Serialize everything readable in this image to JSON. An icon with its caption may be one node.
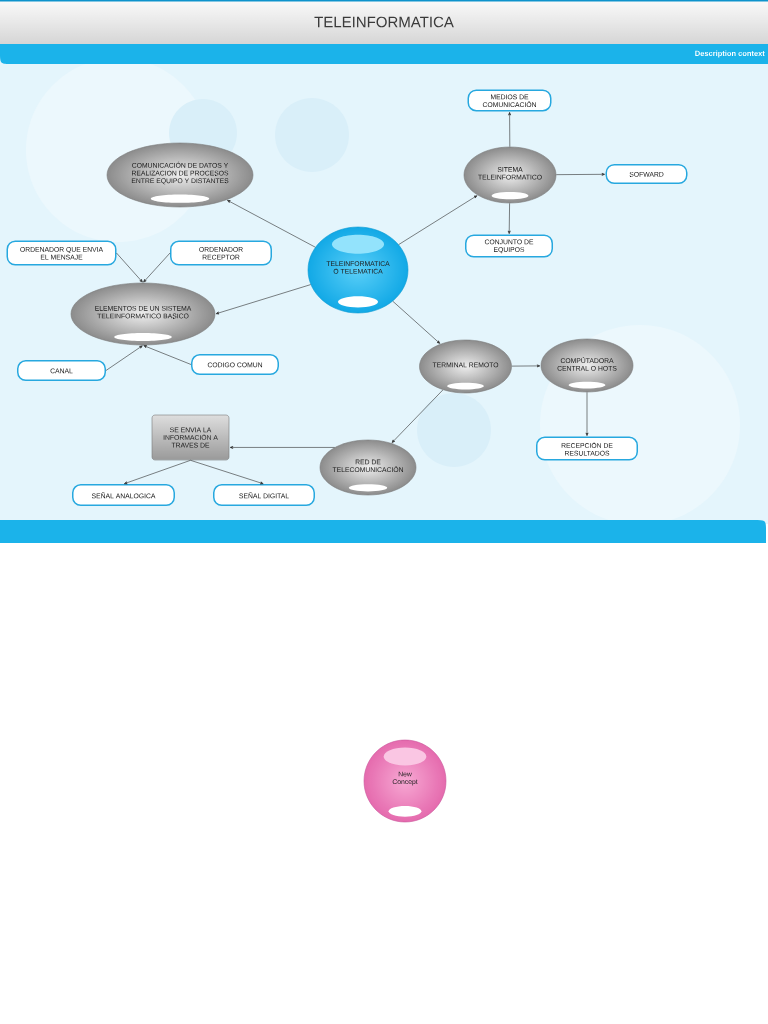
{
  "diagram": {
    "title": "TELEINFORMATICA",
    "nodes": [
      {
        "text": [
          "MEDIOS DE COMUNICACIÓN"
        ]
      },
      {
        "text": [
          "COMUNICACIÓN DE DATOS Y REALIZACION DE PROCESOS ENTRE EQUIPO Y DISTANTES"
        ]
      },
      {
        "text": [
          "SITEMA TELEINFORMATICO"
        ]
      },
      {
        "text": [
          "SOFWARD"
        ]
      },
      {
        "text": [
          "TELEINFORMATICA O TELEMATICA"
        ]
      },
      {
        "text": [
          "CONJUNTO DE EQUIPOS"
        ]
      },
      {
        "text": [
          "ORDENADOR QUE ENVIA EL MENSAJE"
        ]
      },
      {
        "text": [
          "ORDENADOR RECEPTOR"
        ]
      },
      {
        "text": [
          "ELEMENTOS DE UN SISTEMA TELEINFORMATICO BASICO"
        ]
      },
      {
        "text": [
          "CODIGO COMUN"
        ]
      },
      {
        "text": [
          "TERMINAL REMOTO"
        ]
      },
      {
        "text": [
          "COMPÚTADORA CENTRAL O HOTS"
        ]
      },
      {
        "text": [
          "CANAL"
        ]
      },
      {
        "text": [
          "SE ENVIA LA INFORMACIÓN A TRAVES DE"
        ]
      },
      {
        "text": [
          "RECEPCIÓN DE RESULTADOS"
        ]
      },
      {
        "text": [
          "RED DE TELECOMUNICACIÓN"
        ]
      },
      {
        "text": [
          "SEÑAL ANALOGICA"
        ]
      },
      {
        "text": [
          "SEÑAL DIGITAL"
        ]
      },
      {
        "text": [
          "New Concept"
        ]
      }
    ],
    "edges": [
      {
        "from": 4,
        "to": 1,
        "arrow": "to"
      },
      {
        "from": 4,
        "to": 2,
        "arrow": "to"
      },
      {
        "from": 2,
        "to": 0,
        "arrow": "to"
      },
      {
        "from": 2,
        "to": 3,
        "arrow": "to"
      },
      {
        "from": 2,
        "to": 5,
        "arrow": "to"
      },
      {
        "from": 6,
        "to": 8,
        "arrow": "to"
      },
      {
        "from": 7,
        "to": 8,
        "arrow": "to"
      },
      {
        "from": 4,
        "to": 8,
        "arrow": "to"
      },
      {
        "from": 12,
        "to": 8,
        "arrow": "to"
      },
      {
        "from": 9,
        "to": 8,
        "arrow": "to"
      },
      {
        "from": 4,
        "to": 10,
        "arrow": "to"
      },
      {
        "from": 10,
        "to": 11,
        "arrow": "to"
      },
      {
        "from": 11,
        "to": 14,
        "arrow": "to"
      },
      {
        "from": 10,
        "to": 15,
        "arrow": "to"
      },
      {
        "from": 15,
        "to": 13,
        "arrow": "to"
      },
      {
        "from": 13,
        "to": 16,
        "arrow": "to"
      },
      {
        "from": 13,
        "to": 17,
        "arrow": "to"
      }
    ],
    "labels": [
      "Description context"
    ]
  }
}
